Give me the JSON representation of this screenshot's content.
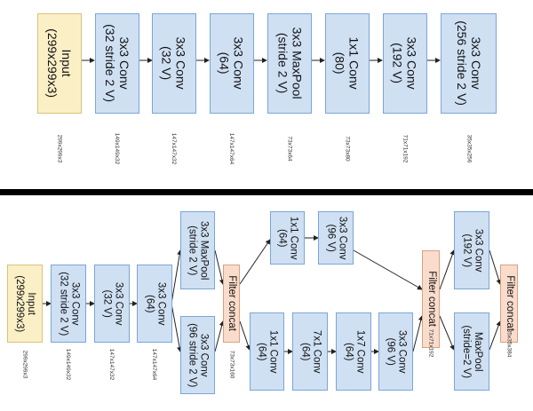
{
  "top": {
    "boxes": [
      {
        "id": "input",
        "text": "Input\n(299x299x3)",
        "dim": "299x299x3"
      },
      {
        "id": "conv1",
        "text": "3x3 Conv\n(32 stride 2 V)",
        "dim": "149x149x32"
      },
      {
        "id": "conv2",
        "text": "3x3 Conv\n(32 V)",
        "dim": "147x147x32"
      },
      {
        "id": "conv3",
        "text": "3x3 Conv\n(64)",
        "dim": "147x147x64"
      },
      {
        "id": "maxpool",
        "text": "3x3 MaxPool\n(stride 2 V)",
        "dim": "73x73x64"
      },
      {
        "id": "conv4",
        "text": "1x1 Conv\n(80)",
        "dim": "73x73x80"
      },
      {
        "id": "conv5",
        "text": "3x3 Conv\n(192 V)",
        "dim": "71x71x192"
      },
      {
        "id": "conv6",
        "text": "3x3 Conv\n(256 stride 2 V)",
        "dim": "35x35x256"
      }
    ]
  },
  "bottom": {
    "input": {
      "text": "Input\n(299x299x3)",
      "dim": "299x299x3"
    },
    "conv1": {
      "text": "3x3 Conv\n(32 stride 2 V)",
      "dim": "149x149x32"
    },
    "conv2": {
      "text": "3x3 Conv\n(32 V)",
      "dim": "147x147x32"
    },
    "conv3": {
      "text": "3x3 Conv\n(64)",
      "dim": "147x147x64"
    },
    "maxpool1": {
      "text": "3x3 MaxPool\n(stride 2 V)"
    },
    "conv_b1": {
      "text": "3x3 Conv\n(96 stride 2 V)"
    },
    "concat1": {
      "text": "Filter concat",
      "dim": "73x73x160"
    },
    "a1": {
      "text": "1x1 Conv\n(64)"
    },
    "a2": {
      "text": "3x3 Conv\n(96 V)"
    },
    "b1": {
      "text": "1x1 Conv\n(64)"
    },
    "b2": {
      "text": "7x1 Conv\n(64)"
    },
    "b3": {
      "text": "1x7 Conv\n(64)"
    },
    "b4": {
      "text": "3x3 Conv\n(96 V)"
    },
    "concat2": {
      "text": "Filter concat",
      "dim": "71x71x192"
    },
    "c1": {
      "text": "3x3 Conv\n(192 V)"
    },
    "c2": {
      "text": "MaxPool\n(stride=2 V)"
    },
    "concat3": {
      "text": "Filter concat",
      "dim": "35x35x384"
    }
  }
}
